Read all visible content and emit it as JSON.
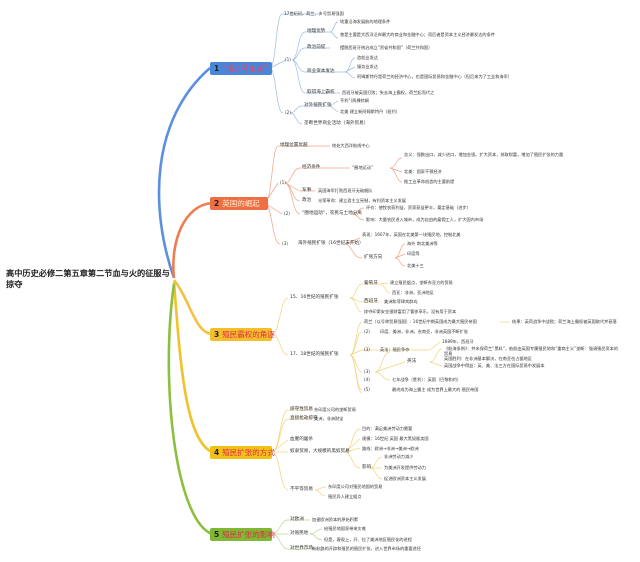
{
  "root": "高中历史必修二第五章第二节血与火的征服与掠夺",
  "topics": [
    {
      "num": "1",
      "title": "“海上马车夫”",
      "color": "#5b8fe0",
      "bg": "#4a86d8"
    },
    {
      "num": "2",
      "title": "英国的崛起",
      "color": "#ee7d52",
      "bg": "#ef6f45"
    },
    {
      "num": "3",
      "title": "殖民霸权的角逐",
      "color": "#f4c13f",
      "bg": "#f4bf2a"
    },
    {
      "num": "4",
      "title": "殖民扩张的方式",
      "color": "#f0c22b",
      "bg": "#f2c118"
    },
    {
      "num": "5",
      "title": "殖民扩张的影响",
      "color": "#8cbf3f",
      "bg": "#7fb832"
    }
  ],
  "nodes": {
    "t1": {
      "intro": "17世纪初，荷兰、乡号贸易强国",
      "a": "(1)",
      "a_geo": "地理优势",
      "a_geo1": "地重沿海发展航的地理条件",
      "a_geo2": "曾是主要是大西洋沿岸最大的商业和金融中心；而后者是资本主义经济最发达的条件",
      "a_pol": "政治前提",
      "a_pol1": "摆脱西班牙统治成立“资省共和国”（荷兰共和国）",
      "a_com": "商业资本发达",
      "a_com1": "造船业发达",
      "a_com2": "服务业发达",
      "a_com3": "阿姆斯特丹是荷兰的经济中心，也是国际贸易和金融中心（但后来为了工业和海军）",
      "a_sea": "取得海上霸权",
      "a_sea1": "西班牙被英国打败；失去海上霸权，荷兰起而代之",
      "b": "(2)",
      "b_exp": "对外殖民扩张",
      "b_exp1": "亨利“(两棵棕榈",
      "b_exp2": "北美 建立新阿姆斯特丹（纽约）",
      "b_co": "垄断世界商业活动（海外贸易）"
    },
    "t2": {
      "geo": "地理位置优越",
      "geo1": "地处大西洋航线中心",
      "a": "(1)",
      "econ": "经济条件",
      "enc": "“圈地运动”",
      "enc1": "含义：强数出口，减少进口，增加金银。扩大资本，掠取财富，增加了殖民扩张的力量",
      "enc2": "北美：国家干预经济",
      "enc3": "推工业革命创造的主要前提",
      "mil": "军事",
      "mil1": "英国海军打败西班牙无敌舰队",
      "pol": "政治",
      "pol1": "光荣革命：建立君主立宪制，有利资本主义发展",
      "b": "(2)",
      "rev": "“圈地运动”，农民与土地分离",
      "rev1": "评价：使牧农获利益，资家获益更丰，奠定基础（进步）",
      "rev2": "影响：大量农民进入城市，成为自由的雇佣工人，扩大国内市场",
      "c": "(3)",
      "ov": "海外殖民扩张（16世纪末开始）",
      "ov0": "表现：1607年，英国在北美第一块殖民地，控制北美",
      "ov_m": "扩张方向",
      "ov1": "海外 南北美洲等",
      "ov2": "印度等",
      "ov3": "北美十三"
    },
    "t3": {
      "a": "15、16世纪的殖民扩张",
      "pt": "葡萄牙",
      "pt1": "建立殖民据点，垄断东亚方的贸易",
      "pt2": "西亚：非洲，亚洲地区",
      "sp": "西班牙",
      "sp1": "美洲和菲律宾群岛",
      "sp2": "掠夺印第安金银财富用了奢侈享乐，没有用于资本",
      "b": "17、18世纪的殖民扩张",
      "b1": "荷兰（以号称贸易强国）: 16世纪中期英国成为最大殖民帝国",
      "b1r": "结果：英荷战争中战败；荷兰海上霸权被英国取代并衰落",
      "b2": "(2)",
      "b2a": "印度、美洲，非洲，东南亚，非洲英国不断扩张",
      "b3": "(3)",
      "b3a": "英法：殖民争夺",
      "b3b": "1689年，西班牙",
      "b3c": "(3)",
      "b3m": "英法",
      "b3d": "《航海条例》：并未保荷兰“黑料”，航船由英国专属殖民地和“重商主义”垄断：强调殖民资本的贸易",
      "b3e": "英国胜利：在非洲基本解决，在南亚也占据地区",
      "b3f": "英国战争中得益：英、美、法三方在国际贸易中发展本",
      "b4": "(4)",
      "b4a": "七年战争（胜利）：英国（巴黎和约）",
      "b5": "(5)",
      "b5a": "最终成为海上霸主 成为世界上最大的 殖民帝国"
    },
    "t4": {
      "trade": "掠夺性贸易",
      "trade1": "东印度公司的垄断贸易",
      "t2": "直接抢劫掠夺",
      "t2a": "美洲，非洲财宝",
      "t3": "血腥的屠杀",
      "s": "奴隶贸易，大规模的黑奴贸易",
      "s1": "目的：满足美洲劳动力需要",
      "s2": "规模：16世纪 英国 最大黑奴贩卖国",
      "s3": "路线：欧洲→非洲→美洲→欧洲",
      "s4": "非洲劳动力减少",
      "s5": "为美洲开发提供劳动力",
      "s_m": "影响",
      "s6": "促进欧洲资本主义发展",
      "eq": "不平等贸易",
      "eq1": "东印度公司对殖民地国的贸易",
      "eq2": "殖民异人建立据点"
    },
    "t5": {
      "a": "对欧洲",
      "a1": "加速欧洲资本的原始积累",
      "b": "对殖民地",
      "b1": "给殖民地国家带来灾难",
      "b2": "但是，客观上，开、拉了美洲地区殖民化的进程",
      "c": "对世界市场",
      "c1": "新航路的开辟和殖民的殖民扩张，进入世界市场的重要途径"
    }
  }
}
